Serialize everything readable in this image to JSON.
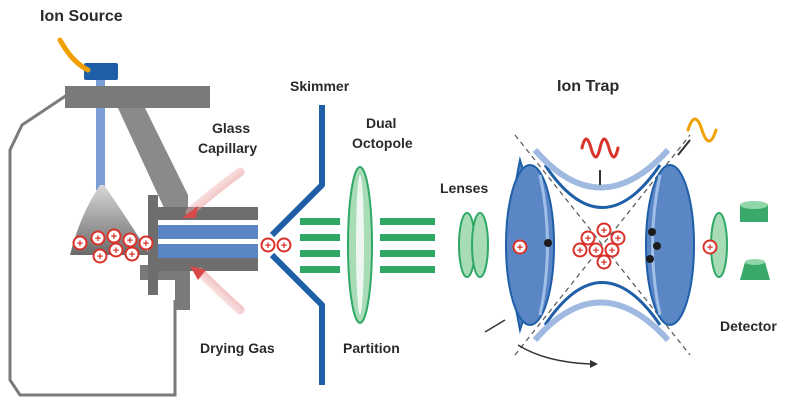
{
  "labels": {
    "ion_source": "Ion Source",
    "glass_capillary_1": "Glass",
    "glass_capillary_2": "Capillary",
    "skimmer": "Skimmer",
    "dual_octopole_1": "Dual",
    "dual_octopole_2": "Octopole",
    "ion_trap": "Ion Trap",
    "lenses": "Lenses",
    "drying_gas": "Drying Gas",
    "partition": "Partition",
    "detector": "Detector"
  },
  "ion_symbol": "+",
  "colors": {
    "blue_dark": "#1f5fa8",
    "blue_mid": "#5b86c6",
    "blue_light": "#9fb9e0",
    "green": "#2fa866",
    "green_light": "#a8dcb6",
    "gray_dark": "#6e6e6e",
    "gray_mid": "#8c8c8c",
    "gray_outline": "#7a7a7a",
    "orange": "#f0a000",
    "red": "#d9322b",
    "black": "#1c1c1c"
  }
}
